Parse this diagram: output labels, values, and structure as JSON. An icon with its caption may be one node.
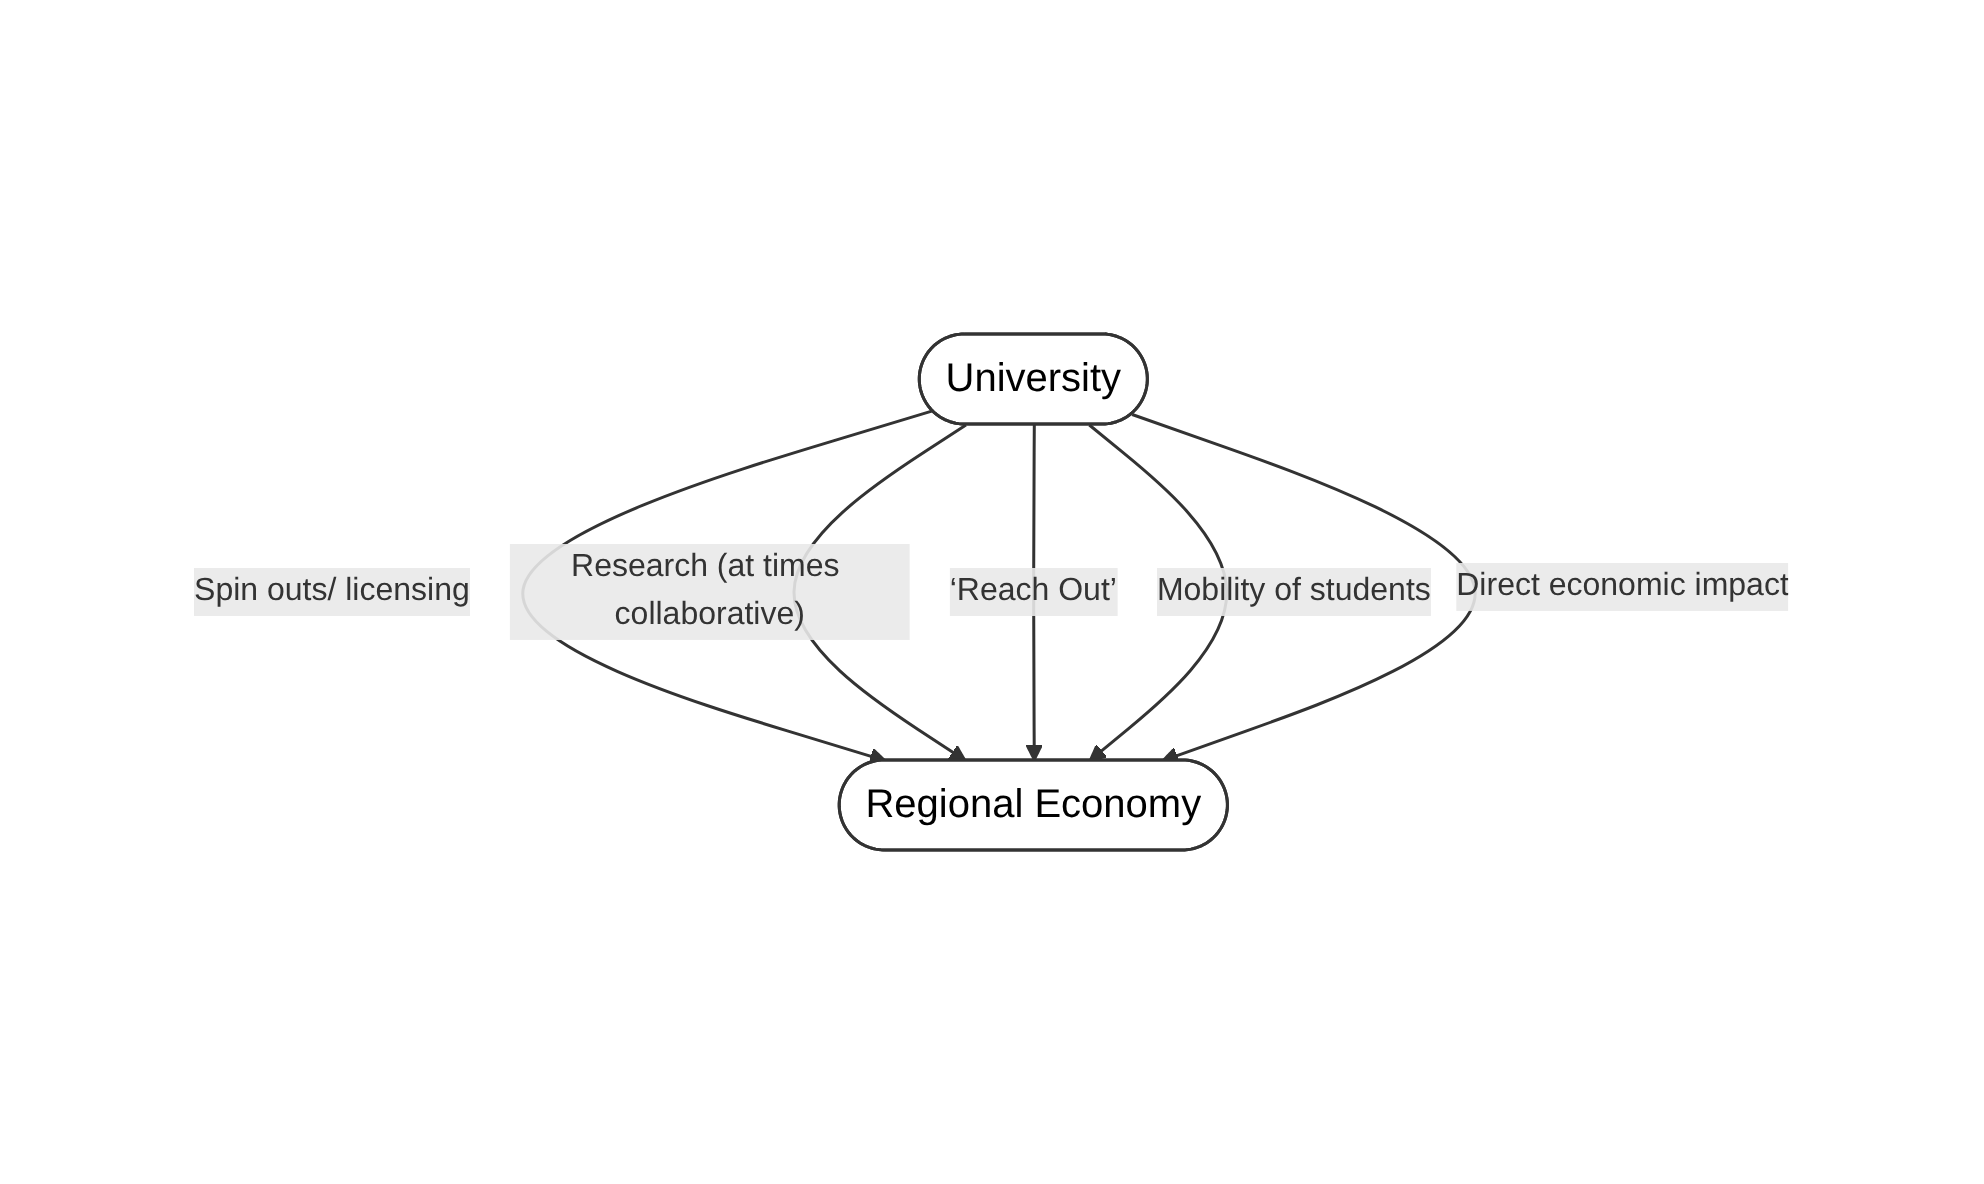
{
  "diagram": {
    "nodes": [
      {
        "text": [
          "University"
        ]
      },
      {
        "text": [
          "Regional Economy"
        ]
      }
    ],
    "edges": [
      {
        "from": 0,
        "to": 1,
        "arrow": "to",
        "label": "Spin outs/ licensing"
      },
      {
        "from": 0,
        "to": 1,
        "arrow": "to",
        "label": "Research (at times collaborative)"
      },
      {
        "from": 0,
        "to": 1,
        "arrow": "to",
        "label": "‘Reach Out’"
      },
      {
        "from": 0,
        "to": 1,
        "arrow": "to",
        "label": "Mobility of students"
      },
      {
        "from": 0,
        "to": 1,
        "arrow": "to",
        "label": "Direct economic impact"
      }
    ]
  }
}
